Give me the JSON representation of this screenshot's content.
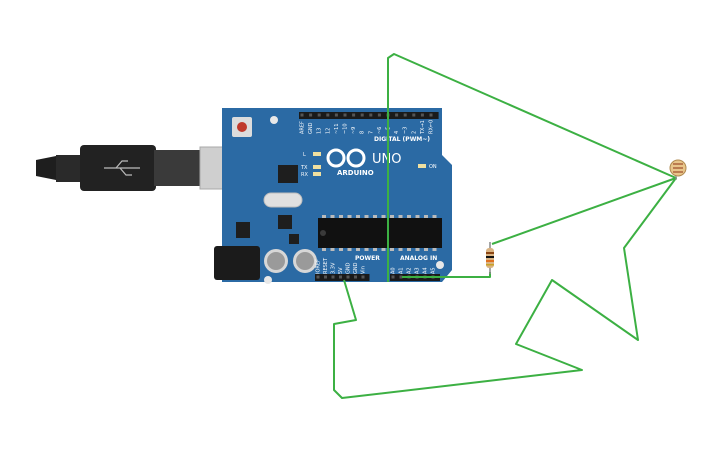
{
  "board": {
    "brand": "ARDUINO",
    "model": "UNO",
    "digital_header_label": "DIGITAL (PWM~)",
    "power_header_label": "POWER",
    "analog_header_label": "ANALOG IN",
    "on_led_label": "ON",
    "l_led_label": "L",
    "tx_led_label": "TX",
    "rx_led_label": "RX",
    "digital_pins": [
      "AREF",
      "GND",
      "13",
      "12",
      "~11",
      "~10",
      "~9",
      "8",
      "7",
      "~6",
      "~5",
      "4",
      "~3",
      "2",
      "TX→1",
      "RX←0"
    ],
    "power_pins": [
      "IOREF",
      "RESET",
      "3.3V",
      "5V",
      "GND",
      "GND",
      "Vin"
    ],
    "analog_pins": [
      "A0",
      "A1",
      "A2",
      "A3",
      "A4",
      "A5"
    ],
    "board_color": "#2b6aa4"
  },
  "components": {
    "resistor": {
      "name": "resistor"
    },
    "photoresistor": {
      "name": "photoresistor"
    },
    "usb_cable": {
      "name": "usb-cable"
    }
  },
  "colors": {
    "wire": "#3cb043",
    "background": "#ffffff"
  }
}
